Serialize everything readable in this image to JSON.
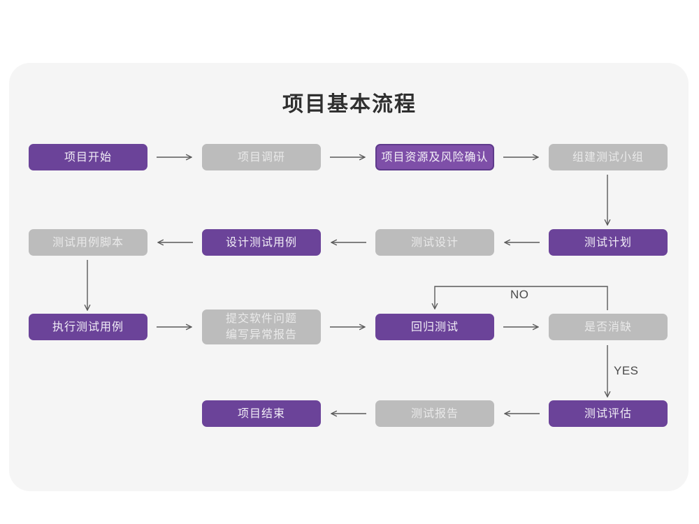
{
  "card": {
    "background": "#f5f5f5"
  },
  "title": "项目基本流程",
  "palette": {
    "purple": "#6b4399",
    "purple_outline_fill": "#7e4fa8",
    "purple_outline_border": "#5f3a8c",
    "gray": "#bcbcbc",
    "gray_text": "#e9e9e9",
    "purple_text": "#f2eef7",
    "connector": "#5a5a5a",
    "title_text": "#2f2f2f",
    "page_background": "#ffffff"
  },
  "nodes": [
    {
      "id": "start",
      "label": "项目开始",
      "style": "purple",
      "row": 1
    },
    {
      "id": "research",
      "label": "项目调研",
      "style": "gray",
      "row": 1
    },
    {
      "id": "resource",
      "label": "项目资源及风险确认",
      "style": "purple-outline",
      "row": 1
    },
    {
      "id": "team",
      "label": "组建测试小组",
      "style": "gray",
      "row": 1
    },
    {
      "id": "case-script",
      "label": "测试用例脚本",
      "style": "gray",
      "row": 2
    },
    {
      "id": "design-case",
      "label": "设计测试用例",
      "style": "purple",
      "row": 2
    },
    {
      "id": "test-design",
      "label": "测试设计",
      "style": "gray",
      "row": 2
    },
    {
      "id": "test-plan",
      "label": "测试计划",
      "style": "purple",
      "row": 2
    },
    {
      "id": "execute",
      "label": "执行测试用例",
      "style": "purple",
      "row": 3
    },
    {
      "id": "submit-bug",
      "label": "提交软件问题\n编写异常报告",
      "style": "gray",
      "row": 3
    },
    {
      "id": "regression",
      "label": "回归测试",
      "style": "purple",
      "row": 3
    },
    {
      "id": "defect-check",
      "label": "是否消缺",
      "style": "gray",
      "row": 3
    },
    {
      "id": "end",
      "label": "项目结束",
      "style": "purple",
      "row": 4
    },
    {
      "id": "report",
      "label": "测试报告",
      "style": "gray",
      "row": 4
    },
    {
      "id": "evaluate",
      "label": "测试评估",
      "style": "purple",
      "row": 4
    }
  ],
  "edge_labels": {
    "no": "NO",
    "yes": "YES"
  },
  "chart_data": {
    "type": "diagram",
    "title": "项目基本流程",
    "flow": [
      {
        "from": "项目开始",
        "to": "项目调研",
        "direction": "right"
      },
      {
        "from": "项目调研",
        "to": "项目资源及风险确认",
        "direction": "right"
      },
      {
        "from": "项目资源及风险确认",
        "to": "组建测试小组",
        "direction": "right"
      },
      {
        "from": "组建测试小组",
        "to": "测试计划",
        "direction": "down"
      },
      {
        "from": "测试计划",
        "to": "测试设计",
        "direction": "left"
      },
      {
        "from": "测试设计",
        "to": "设计测试用例",
        "direction": "left"
      },
      {
        "from": "设计测试用例",
        "to": "测试用例脚本",
        "direction": "left"
      },
      {
        "from": "测试用例脚本",
        "to": "执行测试用例",
        "direction": "down"
      },
      {
        "from": "执行测试用例",
        "to": "提交软件问题 编写异常报告",
        "direction": "right"
      },
      {
        "from": "提交软件问题 编写异常报告",
        "to": "回归测试",
        "direction": "right"
      },
      {
        "from": "回归测试",
        "to": "是否消缺",
        "direction": "right"
      },
      {
        "from": "是否消缺",
        "to": "回归测试",
        "direction": "loop-up-left",
        "label": "NO"
      },
      {
        "from": "是否消缺",
        "to": "测试评估",
        "direction": "down",
        "label": "YES"
      },
      {
        "from": "测试评估",
        "to": "测试报告",
        "direction": "left"
      },
      {
        "from": "测试报告",
        "to": "项目结束",
        "direction": "left"
      }
    ]
  }
}
